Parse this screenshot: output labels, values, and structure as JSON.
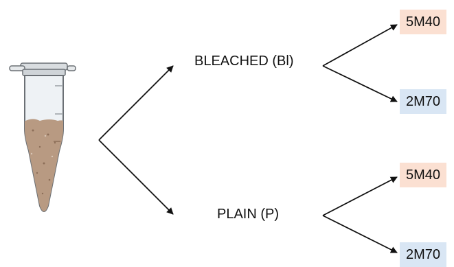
{
  "colors": {
    "box_5m40_bg": "#fbe0d2",
    "box_2m70_bg": "#d9e6f4",
    "arrow": "#111111",
    "tube_fill": "#b89a82"
  },
  "branches": [
    {
      "label": "BLEACHED (Bl)",
      "outputs": [
        "5M40",
        "2M70"
      ]
    },
    {
      "label": "PLAIN (P)",
      "outputs": [
        "5M40",
        "2M70"
      ]
    }
  ],
  "icons": {
    "sample": "microcentrifuge-tube-icon"
  }
}
